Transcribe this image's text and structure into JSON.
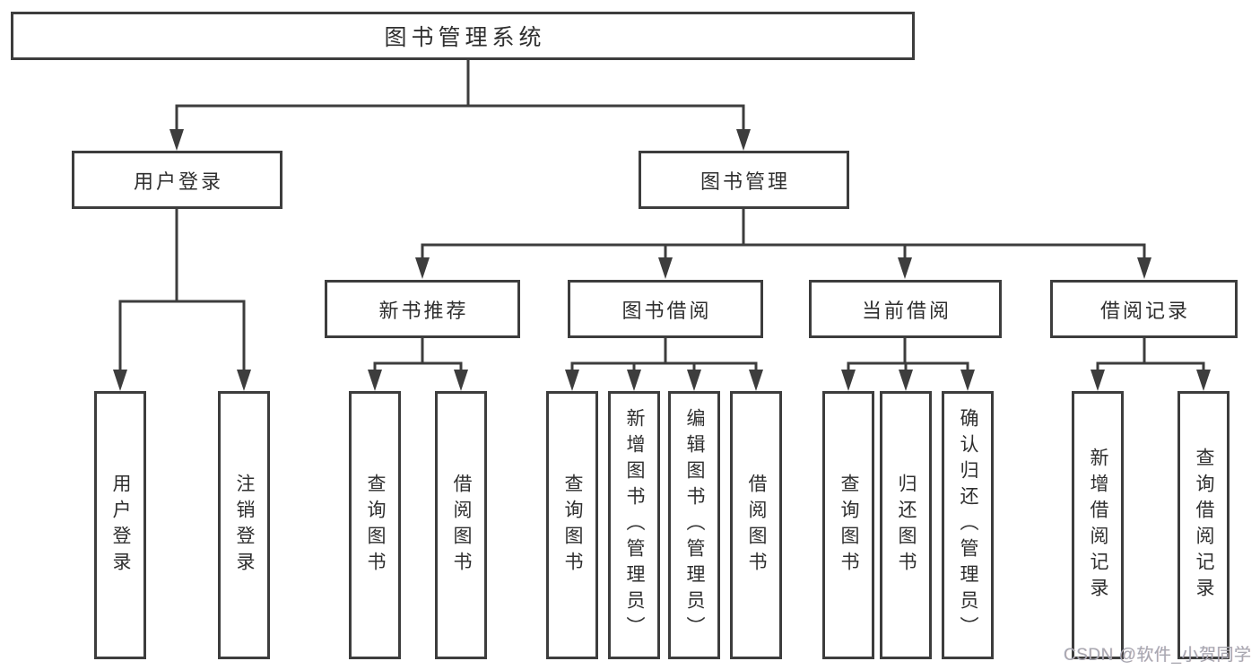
{
  "diagram": {
    "root": {
      "label": "图书管理系统"
    },
    "branches": [
      {
        "label": "用户登录",
        "children": [
          {
            "label": "用户登录"
          },
          {
            "label": "注销登录"
          }
        ]
      },
      {
        "label": "图书管理",
        "children": [
          {
            "label": "新书推荐",
            "children": [
              {
                "label": "查询图书"
              },
              {
                "label": "借阅图书"
              }
            ]
          },
          {
            "label": "图书借阅",
            "children": [
              {
                "label": "查询图书"
              },
              {
                "label": "新增图书（管理员）"
              },
              {
                "label": "编辑图书（管理员）"
              },
              {
                "label": "借阅图书"
              }
            ]
          },
          {
            "label": "当前借阅",
            "children": [
              {
                "label": "查询图书"
              },
              {
                "label": "归还图书"
              },
              {
                "label": "确认归还（管理员）"
              }
            ]
          },
          {
            "label": "借阅记录",
            "children": [
              {
                "label": "新增借阅记录"
              },
              {
                "label": "查询借阅记录"
              }
            ]
          }
        ]
      }
    ],
    "colors": {
      "line": "#3d3d3d",
      "text": "#2f2f2f",
      "box_fill": "#ffffff",
      "watermark": "#a8a8b0"
    }
  },
  "watermark": {
    "text": "CSDN @软件_小贺同学"
  }
}
